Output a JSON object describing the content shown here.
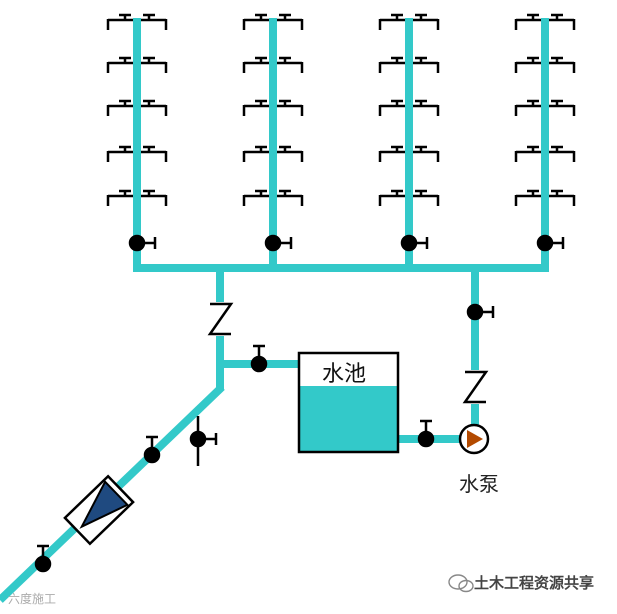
{
  "tank": {
    "label": "水池"
  },
  "pump": {
    "label": "水泵"
  },
  "watermark": {
    "right_text": "土木工程资源共享",
    "left_text": "六度施工"
  },
  "colors": {
    "pipe": "#33c9c9",
    "water": "#33c9c9",
    "stroke": "#000000",
    "pump_fill": "#b34a00",
    "check_valve_fill": "#1f4a80"
  },
  "icons": [
    "faucet-icon",
    "gate-valve-icon",
    "check-valve-z-icon",
    "pump-icon",
    "water-meter-icon",
    "wechat-icon"
  ]
}
